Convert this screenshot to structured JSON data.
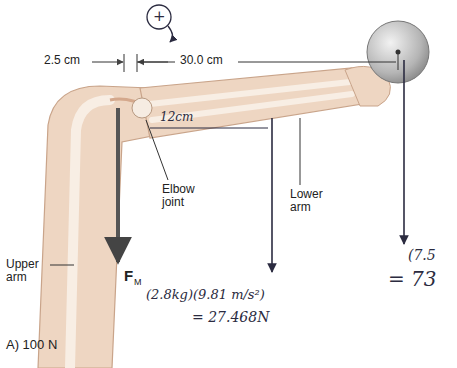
{
  "diagram": {
    "labels": [
      "+",
      "2.5 cm",
      "30.0 cm",
      "12cm",
      "Elbow joint",
      "Upper arm",
      "Lower arm",
      "F",
      "M",
      "(2.8kg)(9.81 m/s²)",
      "= 27.468N",
      "(7.5",
      "= 73",
      "A) 100 N"
    ]
  }
}
